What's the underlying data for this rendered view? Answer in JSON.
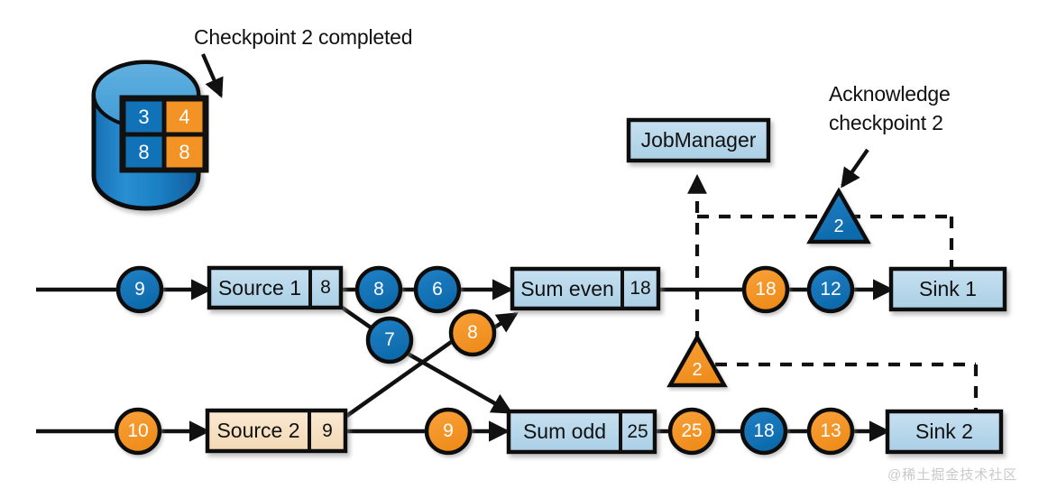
{
  "diagram": {
    "title_annotation": "Checkpoint 2 completed",
    "ack_annotation_line1": "Acknowledge",
    "ack_annotation_line2": "checkpoint 2",
    "watermark": "@稀土掘金技术社区"
  },
  "colors": {
    "blue_record": "#1272b8",
    "orange_record": "#f49325",
    "light_blue_box": "#b7d7ea",
    "peach_box": "#f7e0c0",
    "light_blue_state": "#cfe4f2",
    "peach_state": "#fbeed8",
    "storage_body": "#1a7ec2",
    "storage_top": "#55a5da",
    "outline": "#111111",
    "watermark_gray": "#c9c9c9"
  },
  "storage": {
    "name": "checkpoint-storage",
    "cells": [
      {
        "value": "3",
        "color": "blue"
      },
      {
        "value": "4",
        "color": "orange"
      },
      {
        "value": "8",
        "color": "blue"
      },
      {
        "value": "8",
        "color": "orange"
      }
    ]
  },
  "jobmanager": {
    "label": "JobManager"
  },
  "operators": [
    {
      "key": "source1",
      "label": "Source 1",
      "state": "8",
      "fill": "light_blue"
    },
    {
      "key": "sum_even",
      "label": "Sum even",
      "state": "18",
      "fill": "light_blue"
    },
    {
      "key": "source2",
      "label": "Source 2",
      "state": "9",
      "fill": "peach"
    },
    {
      "key": "sum_odd",
      "label": "Sum odd",
      "state": "25",
      "fill": "light_blue"
    }
  ],
  "sinks": [
    {
      "key": "sink1",
      "label": "Sink 1"
    },
    {
      "key": "sink2",
      "label": "Sink 2"
    }
  ],
  "records": {
    "top_input": {
      "value": "9",
      "color": "blue"
    },
    "source1_out_a": {
      "value": "8",
      "color": "blue"
    },
    "source1_out_b": {
      "value": "6",
      "color": "blue"
    },
    "cross_down": {
      "value": "7",
      "color": "blue"
    },
    "cross_up": {
      "value": "8",
      "color": "orange"
    },
    "sum_even_out_a": {
      "value": "18",
      "color": "orange"
    },
    "sum_even_out_b": {
      "value": "12",
      "color": "blue"
    },
    "bottom_input": {
      "value": "10",
      "color": "orange"
    },
    "source2_out": {
      "value": "9",
      "color": "orange"
    },
    "sum_odd_out_a": {
      "value": "25",
      "color": "orange"
    },
    "sum_odd_out_b": {
      "value": "18",
      "color": "blue"
    },
    "sum_odd_out_c": {
      "value": "13",
      "color": "orange"
    }
  },
  "barriers": [
    {
      "key": "barrier-top",
      "value": "2",
      "color": "blue"
    },
    {
      "key": "barrier-bottom",
      "value": "2",
      "color": "orange"
    }
  ]
}
